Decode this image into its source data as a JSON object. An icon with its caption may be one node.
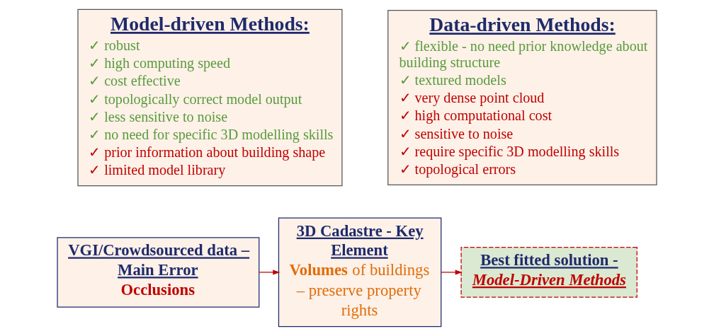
{
  "diagram": {
    "nodes": [
      {
        "text": [
          "Model-driven Methods:",
          "✓ robust",
          "✓ high computing speed",
          "✓ cost effective",
          "✓ topologically correct model output",
          "✓ less sensitive to noise",
          "✓ no need for specific 3D modelling skills",
          "✓ prior information about building shape",
          "✓ limited model library"
        ]
      },
      {
        "text": [
          "Data-driven Methods:",
          "✓ flexible - no need prior knowledge about building structure",
          "✓ textured models",
          "✓ very dense point cloud",
          "✓ high computational cost",
          "✓ sensitive to noise",
          "✓ require specific 3D modelling skills",
          "✓ topological errors"
        ]
      },
      {
        "text": [
          "VGI/Crowdsourced data – Main Error",
          "Occlusions"
        ]
      },
      {
        "text": [
          "3D Cadastre - Key Element",
          "**Volumes** of buildings – preserve property rights"
        ]
      },
      {
        "text": [
          "Best fitted solution -",
          "Model-Driven Methods"
        ]
      }
    ],
    "edges": [
      {
        "from": 2,
        "to": 3,
        "arrow": "to"
      },
      {
        "from": 3,
        "to": 4,
        "arrow": "to"
      }
    ]
  }
}
